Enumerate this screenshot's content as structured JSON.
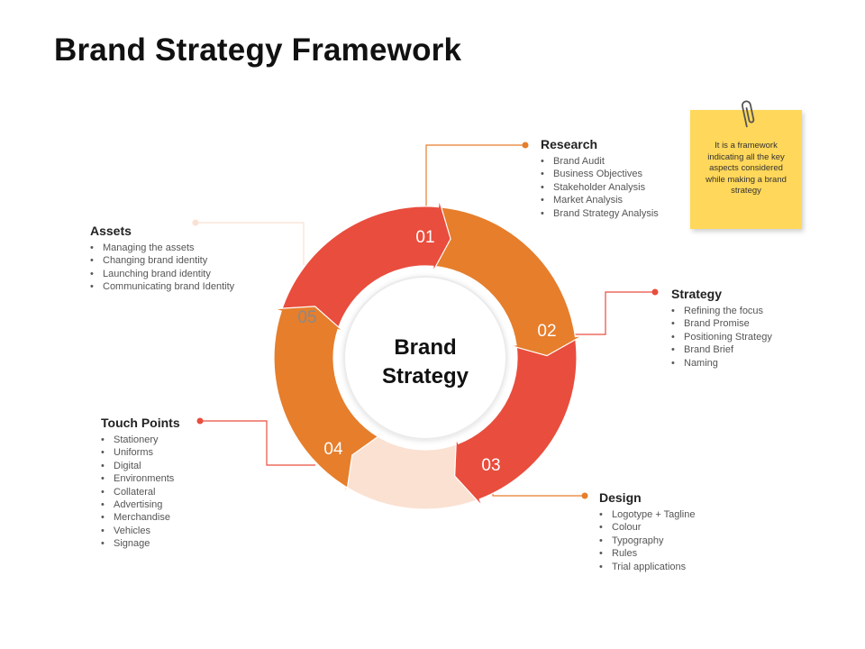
{
  "title": "Brand Strategy Framework",
  "center": {
    "line1": "Brand",
    "line2": "Strategy"
  },
  "colors": {
    "orange": "#e67e2c",
    "red": "#e94d3d",
    "peach": "#fbe1d2",
    "note": "#ffd75a"
  },
  "segments": [
    {
      "num": "01",
      "label": "Research"
    },
    {
      "num": "02",
      "label": "Strategy"
    },
    {
      "num": "03",
      "label": "Design"
    },
    {
      "num": "04",
      "label": "Touch Points"
    },
    {
      "num": "05",
      "label": "Assets"
    }
  ],
  "sections": {
    "research": {
      "heading": "Research",
      "items": [
        "Brand Audit",
        "Business Objectives",
        "Stakeholder Analysis",
        "Market Analysis",
        "Brand Strategy Analysis"
      ]
    },
    "strategy": {
      "heading": "Strategy",
      "items": [
        "Refining the focus",
        "Brand Promise",
        "Positioning Strategy",
        "Brand Brief",
        "Naming"
      ]
    },
    "design": {
      "heading": "Design",
      "items": [
        "Logotype + Tagline",
        "Colour",
        "Typography",
        "Rules",
        "Trial applications"
      ]
    },
    "touch_points": {
      "heading": "Touch Points",
      "items": [
        "Stationery",
        "Uniforms",
        "Digital",
        "Environments",
        "Collateral",
        "Advertising",
        "Merchandise",
        "Vehicles",
        "Signage"
      ]
    },
    "assets": {
      "heading": "Assets",
      "items": [
        "Managing the assets",
        "Changing brand identity",
        "Launching brand identity",
        "Communicating brand Identity"
      ]
    }
  },
  "note": {
    "text": "It is a framework indicating all the key aspects considered while making a brand strategy",
    "clip_icon": "paperclip-icon"
  }
}
